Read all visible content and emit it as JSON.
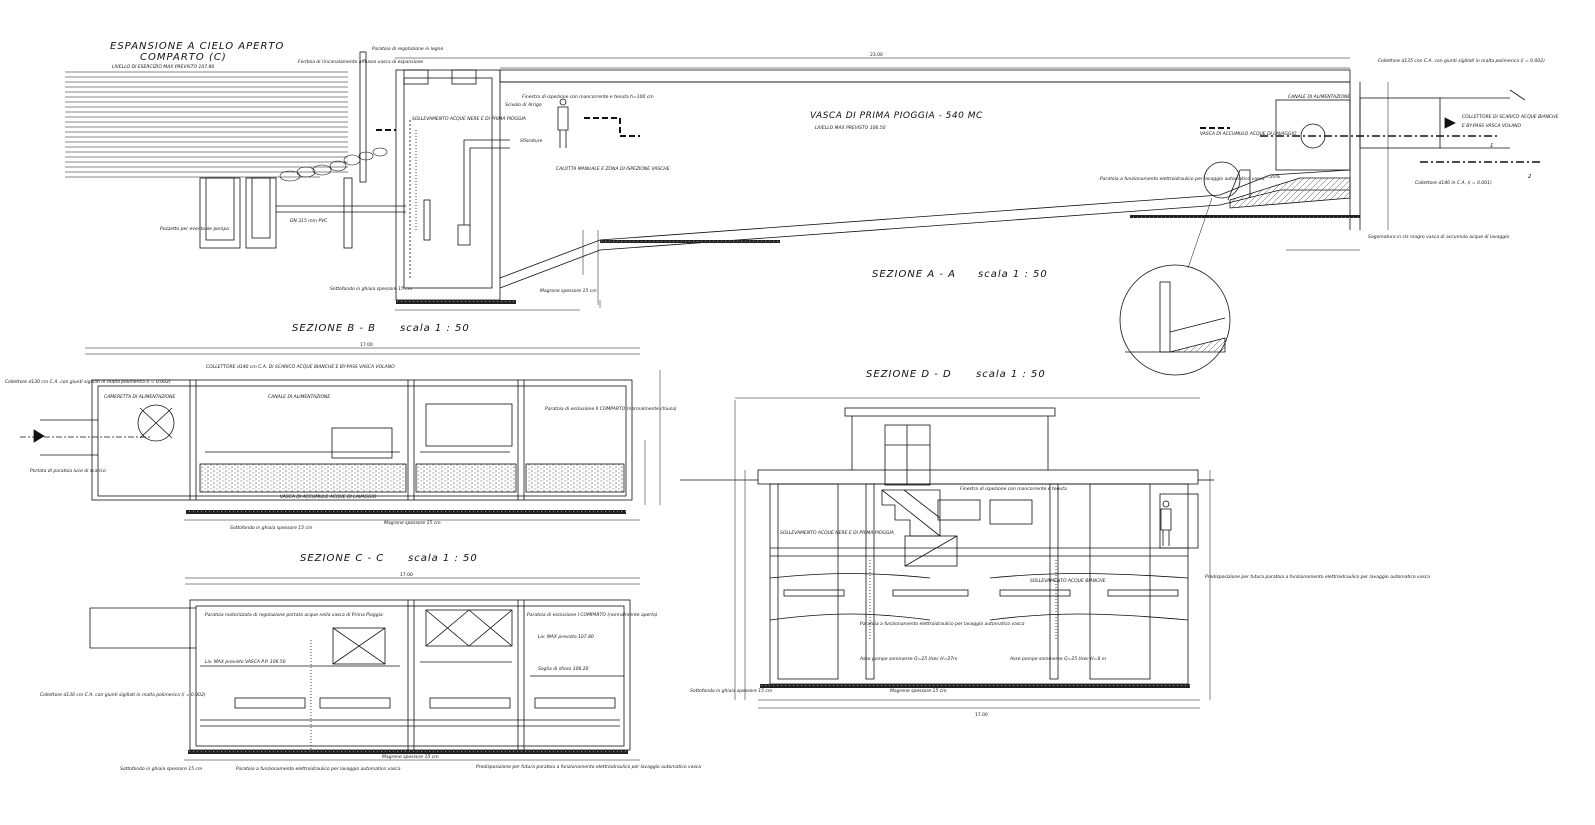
{
  "colors": {
    "ink": "#111111",
    "paper": "#ffffff",
    "hatch": "#555555"
  },
  "top": {
    "title_line1": "ESPANSIONE A CIELO APERTO",
    "title_line2": "COMPARTO (C)",
    "livello": "LIVELLO DI ESERCIZIO MAX PREVISTO 107.80",
    "paratoia_regolazione": "Paratoia di regolazione in legno",
    "feritoia": "Feritoia di rincanalamento afflusso vasca di espansione",
    "sollevamento": "SOLLEVAMENTO ACQUE NERE E DI PRIMA PIOGGIA",
    "finestra": "Finestra di ispezione con mancorrente e tenuta h=100 cm",
    "scivolo": "Scivolo di Arrigo",
    "sfiorature": "Sfiorature",
    "vasca_title": "VASCA DI PRIMA PIOGGIA  -  540 MC",
    "livello_vasca": "LIVELLO MAX PREVISTO 106.50",
    "canale_alimentazione": "CANALE DI ALIMENTAZIONE",
    "vasca_accumulo": "VASCA DI ACCUMULO ACQUE DI LAVAGGIO",
    "collettore_135": "Collettore d135 con C.A. con giunti sigillati in malta polimerica (i = 0.002)",
    "collettore_scarico": "COLLETTORE DI SCARICO ACQUE BIANCHE",
    "bypass": "E BY-PASS VASCA VOLANO",
    "pozzetto": "Pozzetto per eventuale pompa",
    "tubo": "DN 315 mm PVC",
    "calotta": "CALOTTA MANUALE E ZONA DI ISPEZIONE VASCHE",
    "paratoia_elettro": "Paratoia a funzionamento elettroidraulico per lavaggio automatico vasca",
    "collettore_140": "Collettore d140 in C.A. (i = 0.001)",
    "sottofondo": "Sottofondo in ghiaia spessore 15 cm",
    "magrone": "Magrone spessore 15 cm",
    "sagomatura": "Sagomatura in cls magro vasca di accumulo acque di lavaggio",
    "sezione": "SEZIONE  A - A",
    "scala": "scala  1 : 50",
    "marker1": "1",
    "marker2": "2",
    "lung_tot": "23.00",
    "pendenza": "i=20%"
  },
  "sect_b": {
    "sezione": "SEZIONE  B - B",
    "scala": "scala  1 : 50",
    "cameretta": "CAMERETTA DI ALIMENTAZIONE",
    "collettore_top": "COLLETTORE d140 cm C.A. DI SCARICO ACQUE BIANCHE E BY-PASS VASCA VOLANO",
    "canale": "CANALE DI ALIMENTAZIONE",
    "paratoia_esclusione": "Paratoia di esclusione II COMPARTO (normalmente chiusa)",
    "collettore_left": "Collettore d130 cm C.A. con giunti sigillati in malta polimerica (i = 0.002)",
    "portata": "Portata di paratoia luce di scarico",
    "vasca": "VASCA DI ACCUMULO ACQUE DI LAVAGGIO",
    "sottofondo": "Sottofondo in ghiaia spessore 15 cm",
    "magrone": "Magrone spessore 15 cm",
    "lung_tot": "17.00"
  },
  "sect_c": {
    "sezione": "SEZIONE  C - C",
    "scala": "scala  1 : 50",
    "paratoia_regolazione": "Paratoia motorizzata di regolazione portata acque nella vasca di Prima Pioggia",
    "paratoia_esclusione": "Paratoia di esclusione I COMPARTO (normalmente aperta)",
    "livello_max": "Liv. MAX previsto 107.80",
    "livello_vasca": "Liv. MAX previsto VASCA P.P. 106.50",
    "soglia": "Soglia di sfioro 106.20",
    "collettore": "Collettore d130 cm C.A. con giunti sigillati in malta polimerica (i = 0.002)",
    "sottofondo": "Sottofondo in ghiaia spessore 15 cm",
    "paratoia_elettro": "Paratoia a funzionamento elettroidraulico per lavaggio automatico vasca",
    "magrone": "Magrone spessore 15 cm",
    "predisposizione": "Predisposizione per futura paratoia a funzionamento elettroidraulico per lavaggio automatico vasca",
    "lung_tot": "17.00"
  },
  "sect_d": {
    "sezione": "SEZIONE  D - D",
    "scala": "scala  1 : 50",
    "finestra": "Finestra di ispezione con mancorrente e tenuta",
    "sollevamento_nere": "SOLLEVAMENTO ACQUE NERE E DI PRIMA PIOGGIA",
    "sollevamento_bianche": "SOLLEVAMENTO ACQUE BIANCHE",
    "predisposizione": "Predisposizione per futura paratoia a funzionamento elettroidraulico per lavaggio automatico vasca",
    "paratoia_elettro": "Paratoia a funzionamento elettroidraulico per lavaggio automatico vasca",
    "pompe1": "Asse pompe sommerse Q=25 l/sec H=27m",
    "pompe2": "Asse pompe sommerse Q=25 l/sec H=8 m",
    "sottofondo": "Sottofondo in ghiaia spessore 15 cm",
    "magrone": "Magrone spessore 15 cm",
    "lung_tot": "17.00"
  }
}
